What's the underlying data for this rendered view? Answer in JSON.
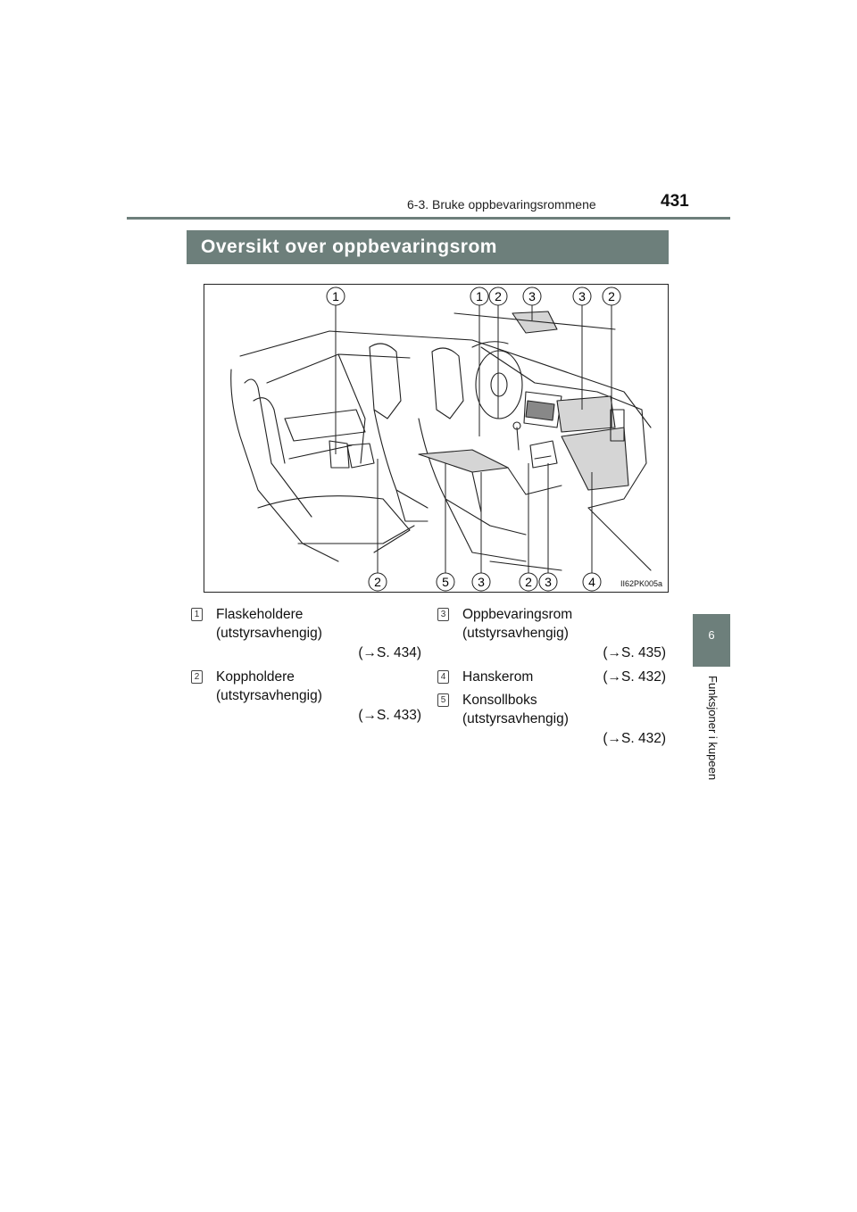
{
  "header": {
    "section": "6-3. Bruke oppbevaringsrommene",
    "page_number": "431"
  },
  "side_tab": {
    "chapter_number": "6",
    "chapter_title": "Funksjoner i kupeen"
  },
  "section": {
    "title": "Oversikt over oppbevaringsrom"
  },
  "figure": {
    "id": "II62PK005a",
    "top_callouts": [
      "1",
      "1",
      "2",
      "3",
      "3",
      "2"
    ],
    "bottom_callouts": [
      "2",
      "5",
      "3",
      "2",
      "3",
      "4"
    ]
  },
  "legend": {
    "items": [
      {
        "num": "1",
        "line1": "Flaskeholdere",
        "line2": "(utstyrsavhengig)",
        "ref": "(→S. 434)"
      },
      {
        "num": "2",
        "line1": "Koppholdere",
        "line2": "(utstyrsavhengig)",
        "ref": "(→S. 433)"
      },
      {
        "num": "3",
        "line1": "Oppbevaringsrom",
        "line2": "(utstyrsavhengig)",
        "ref": "(→S. 435)"
      },
      {
        "num": "4",
        "line1": "Hanskerom",
        "ref": "(→S. 432)"
      },
      {
        "num": "5",
        "line1": "Konsollboks",
        "line2": "(utstyrsavhengig)",
        "ref": "(→S. 432)"
      }
    ]
  }
}
